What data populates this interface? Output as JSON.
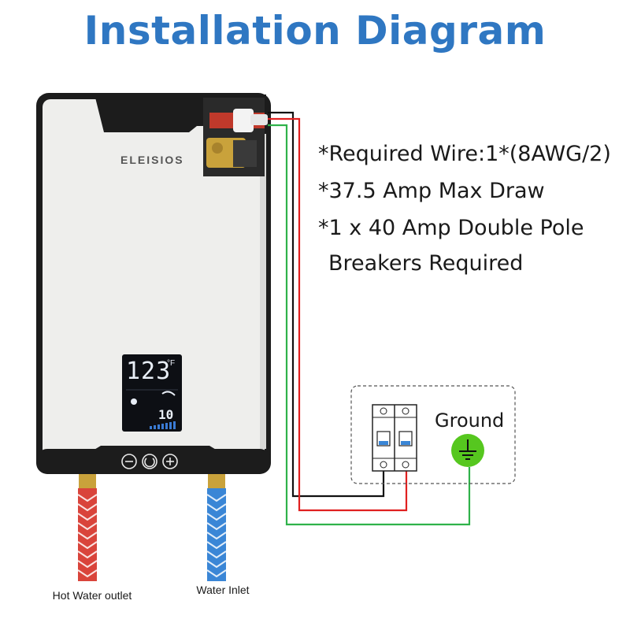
{
  "title": "Installation Diagram",
  "specs": {
    "line1": "*Required Wire:1*(8AWG/2)",
    "line2": "*37.5 Amp Max Draw",
    "line3": "*1 x 40 Amp Double Pole",
    "line4": "Breakers Required"
  },
  "heater": {
    "brand": "ELEISIOS",
    "display_temp": "123",
    "display_unit": "°F",
    "display_level": "10"
  },
  "ground_label": "Ground",
  "hot_outlet_label": "Hot Water outlet",
  "water_inlet_label": "Water Inlet",
  "colors": {
    "title": "#2f77c2",
    "wire_black": "#111111",
    "wire_red": "#e02020",
    "wire_green": "#2fb24a",
    "hot_hose": "#d9443b",
    "cold_hose": "#3a86d6"
  }
}
